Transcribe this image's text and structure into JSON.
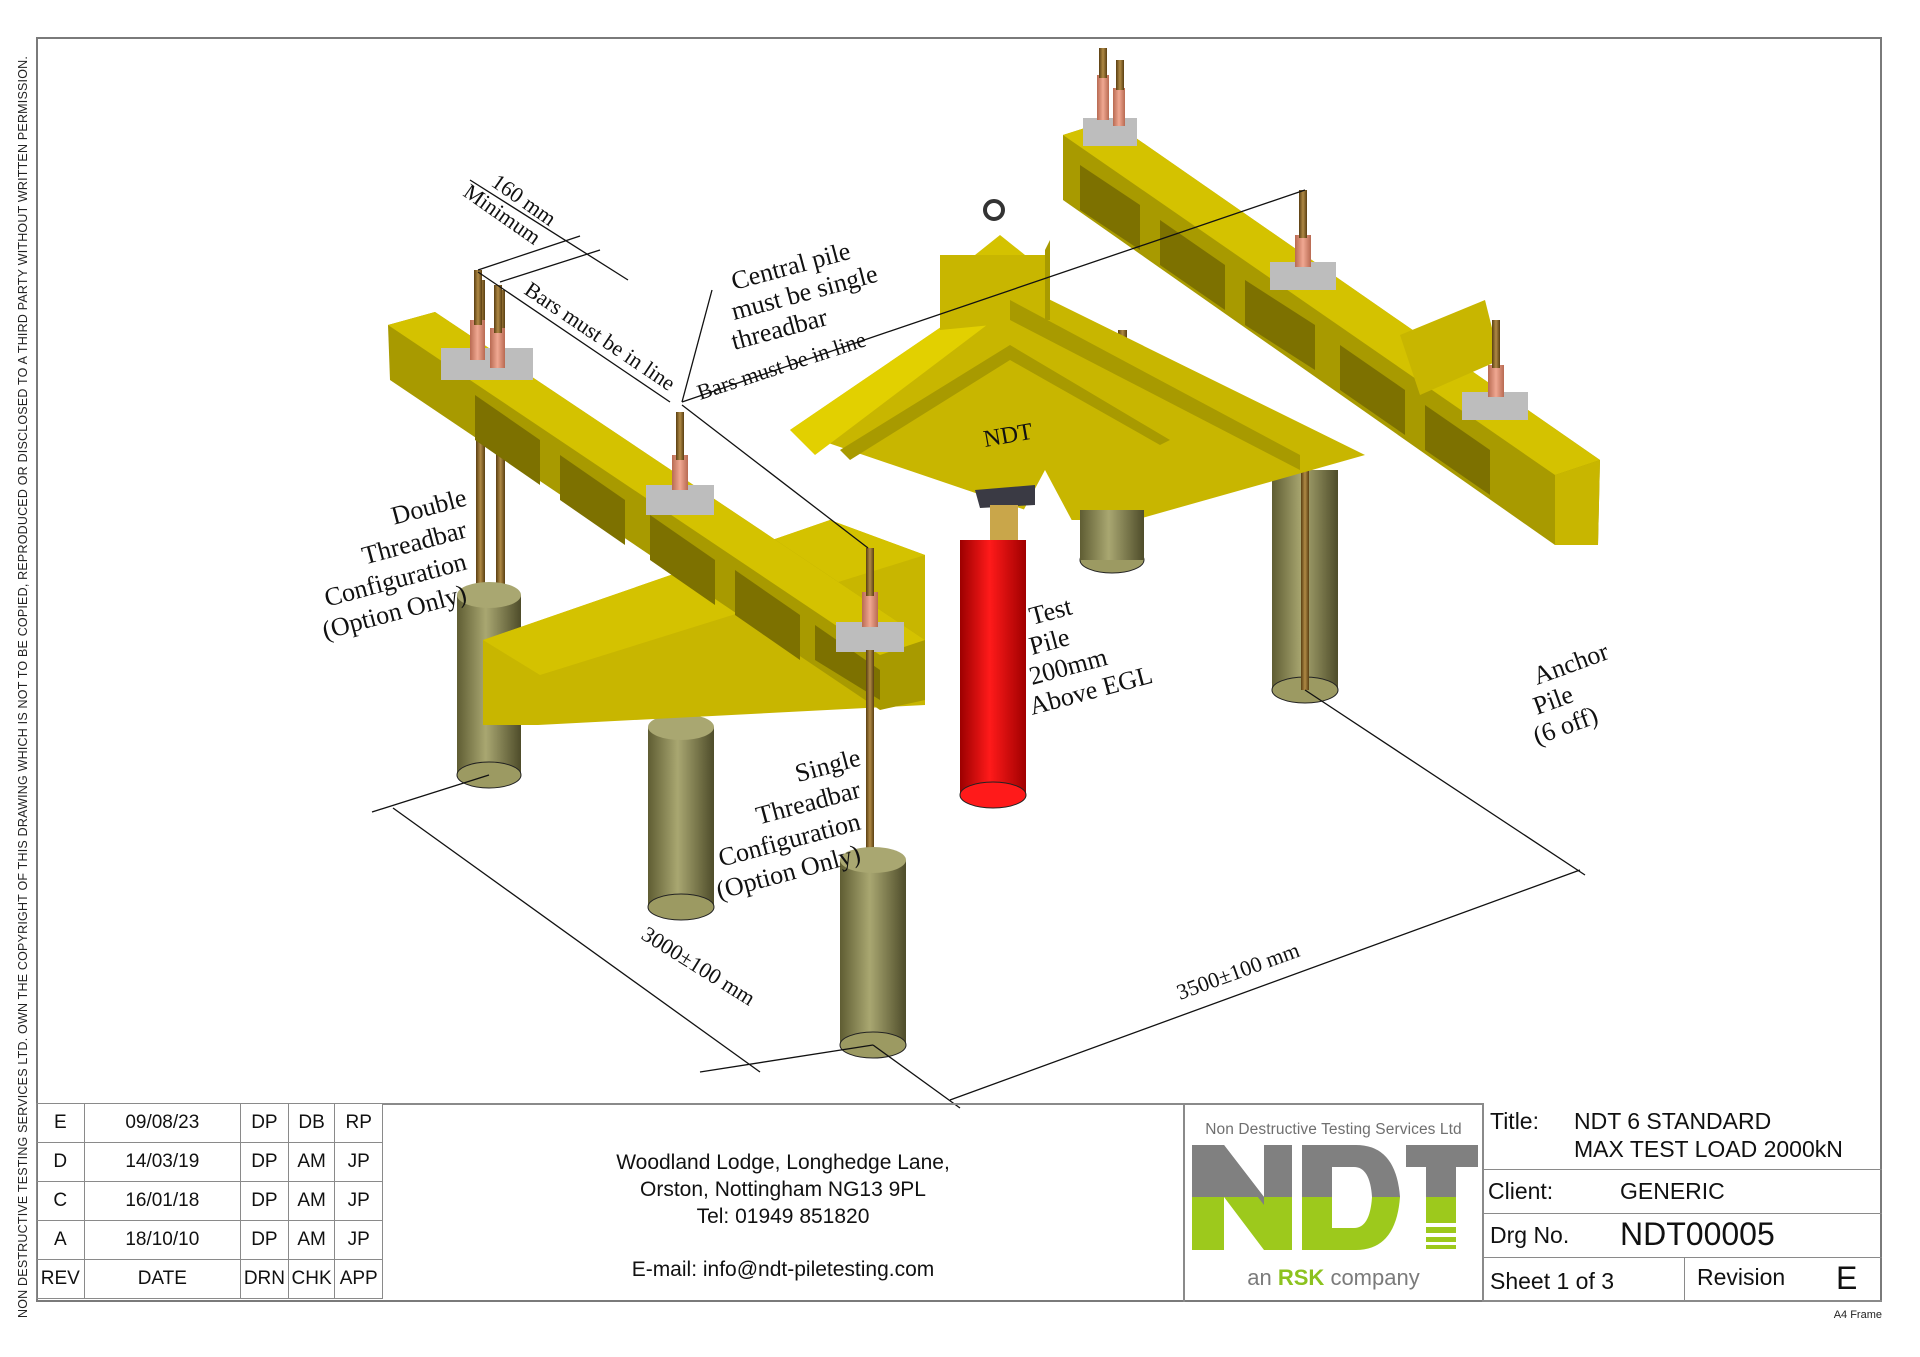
{
  "side_note": "NON DESTRUCTIVE TESTING SERVICES LTD.  OWN THE COPYRIGHT OF THIS DRAWING WHICH IS NOT TO BE COPIED, REPRODUCED OR DISCLOSED TO A THIRD PARTY WITHOUT WRITTEN PERMISSION.",
  "drawing": {
    "annotations": {
      "min_spacing": [
        "160 mm",
        "Minimum"
      ],
      "bars_in_line_left": "Bars must be in line",
      "bars_in_line_right": "Bars must be in line",
      "central_pile": [
        "Central  pile",
        "must be single",
        "threadbar"
      ],
      "double_threadbar": [
        "Double",
        "Threadbar",
        "Configuration",
        "(Option Only)"
      ],
      "single_threadbar": [
        "Single",
        "Threadbar",
        "Configuration",
        "(Option Only)"
      ],
      "test_pile": [
        "Test",
        "Pile",
        "200mm",
        "Above EGL"
      ],
      "anchor_pile": [
        "Anchor",
        "Pile",
        "(6 off)"
      ],
      "beam_mark": "NDT",
      "dim_3000": "3000±100 mm",
      "dim_3500": "3500±100 mm"
    },
    "colors": {
      "beam": "#d4c200",
      "beam_dark": "#a89a00",
      "beam_shadow": "#7d7100",
      "pile": "#9c9a62",
      "pile_dark": "#5f5d33",
      "test_pile": "#e80c0c",
      "threadbar": "#8a6a2c",
      "nut": "#e0907a",
      "plate": "#bdbdbd"
    }
  },
  "revisions": {
    "rows": [
      {
        "rev": "E",
        "date": "09/08/23",
        "drn": "DP",
        "chk": "DB",
        "app": "RP"
      },
      {
        "rev": "D",
        "date": "14/03/19",
        "drn": "DP",
        "chk": "AM",
        "app": "JP"
      },
      {
        "rev": "C",
        "date": "16/01/18",
        "drn": "DP",
        "chk": "AM",
        "app": "JP"
      },
      {
        "rev": "A",
        "date": "18/10/10",
        "drn": "DP",
        "chk": "AM",
        "app": "JP"
      }
    ],
    "header": {
      "rev": "REV",
      "date": "DATE",
      "drn": "DRN",
      "chk": "CHK",
      "app": "APP"
    }
  },
  "address": {
    "line1": "Woodland Lodge, Longhedge Lane,",
    "line2": "Orston, Nottingham NG13 9PL",
    "tel": "Tel:  01949 851820",
    "email": "E-mail: info@ndt-piletesting.com"
  },
  "logo": {
    "company": "Non Destructive Testing Services Ltd",
    "mark": "NDT",
    "tagline_pre": "an ",
    "tagline_brand": "RSK",
    "tagline_post": " company",
    "grey": "#808080",
    "green": "#9dc91c"
  },
  "title_block": {
    "title_label": "Title:",
    "title_line1": "NDT 6 STANDARD",
    "title_line2": "MAX TEST LOAD 2000kN",
    "client_label": "Client:",
    "client": "GENERIC",
    "drg_label": "Drg No.",
    "drg_no": "NDT00005",
    "sheet": "Sheet 1 of 3",
    "revision_label": "Revision",
    "revision": "E"
  },
  "frame_label": "A4 Frame"
}
